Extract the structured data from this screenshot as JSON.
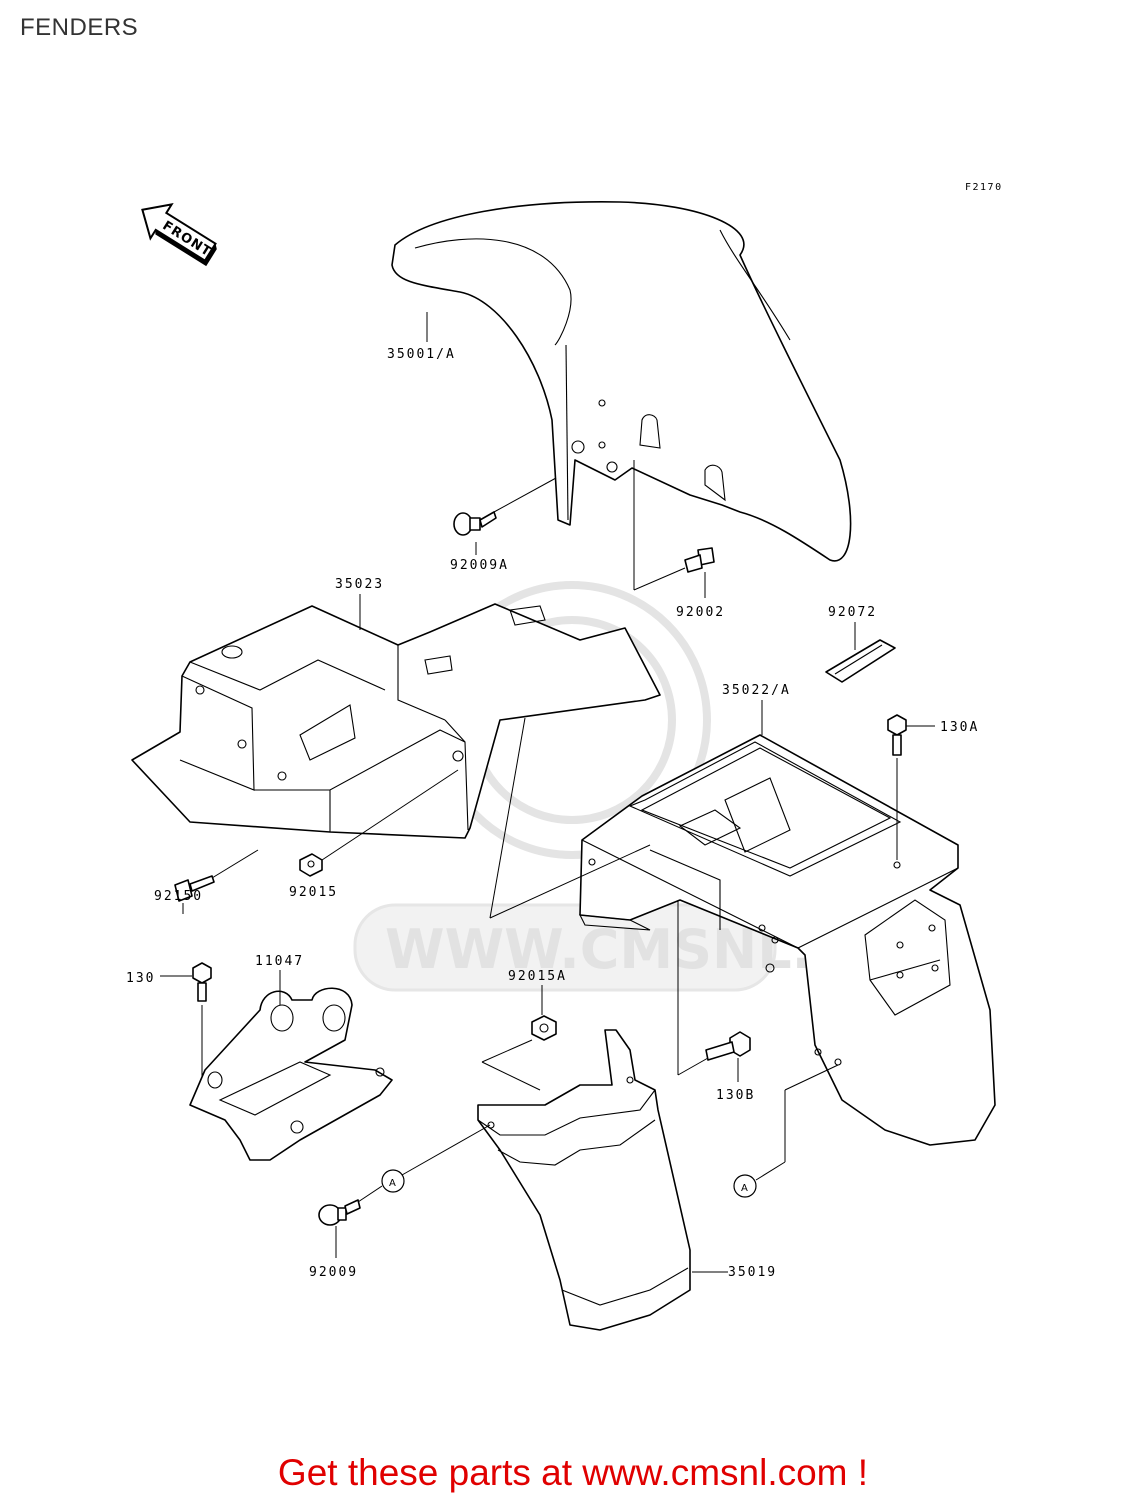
{
  "title": "FENDERS",
  "figure_code": "F2170",
  "direction_arrow": "FRONT",
  "parts": {
    "front_fender": "35001/A",
    "inner_fender": "35023",
    "rear_fender": "35022/A",
    "mud_flap": "35019",
    "bracket": "11047",
    "strap": "92072",
    "bolt_92009A": "92009A",
    "bolt_92002": "92002",
    "bolt_92150": "92150",
    "nut_92015": "92015",
    "nut_92015A": "92015A",
    "bolt_92009": "92009",
    "bolt_130": "130",
    "bolt_130A": "130A",
    "bolt_130B": "130B"
  },
  "reference_marks": [
    "A",
    "A"
  ],
  "watermark": "WWW.CMSNL.COM",
  "promo": "Get these parts at www.cmsnl.com !",
  "colors": {
    "promo": "#e00000",
    "title": "#333333",
    "watermark": "#e2e2e2"
  }
}
